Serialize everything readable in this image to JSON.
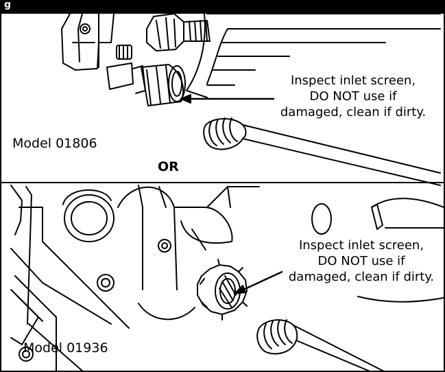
{
  "header": {
    "label": "g"
  },
  "top_panel": {
    "callout_lines": [
      "Inspect inlet screen,",
      "DO NOT use if",
      "damaged, clean if dirty."
    ],
    "model_label": "Model 01806"
  },
  "separator": {
    "label": "OR"
  },
  "bottom_panel": {
    "callout_lines": [
      "Inspect inlet screen,",
      "DO NOT use if",
      "damaged, clean if dirty."
    ],
    "model_label": "Model 01936"
  },
  "colors": {
    "ink": "#000000",
    "paper": "#ffffff"
  }
}
